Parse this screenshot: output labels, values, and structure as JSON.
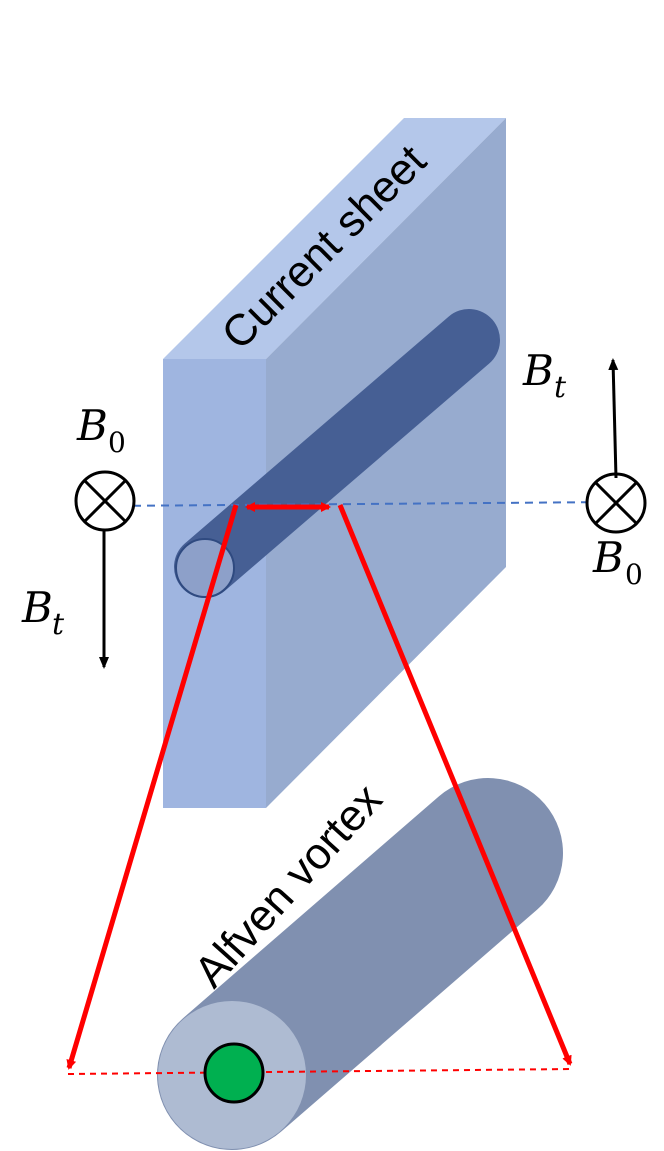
{
  "labels": {
    "current_sheet": "Current sheet",
    "alfven_vortex": "Alfven vortex"
  },
  "symbols": {
    "b0_left": {
      "main": "B",
      "sub": "0"
    },
    "bt_left": {
      "main": "B",
      "sub": "t"
    },
    "bt_right": {
      "main": "B",
      "sub": "t"
    },
    "b0_right": {
      "main": "B",
      "sub": "0"
    }
  },
  "colors": {
    "sheet_front": "#9fb5e0",
    "sheet_side": "#97abcf",
    "sheet_top": "#b4c7ea",
    "tube_dark": "#465f94",
    "tube_end": "#8da0c9",
    "vortex_body": "#8090b0",
    "vortex_end": "#aebbd2",
    "vortex_core": "#00b050",
    "arrow_red": "#ff0000",
    "dashed_blue": "#4472c4",
    "arrow_black": "#000000"
  }
}
